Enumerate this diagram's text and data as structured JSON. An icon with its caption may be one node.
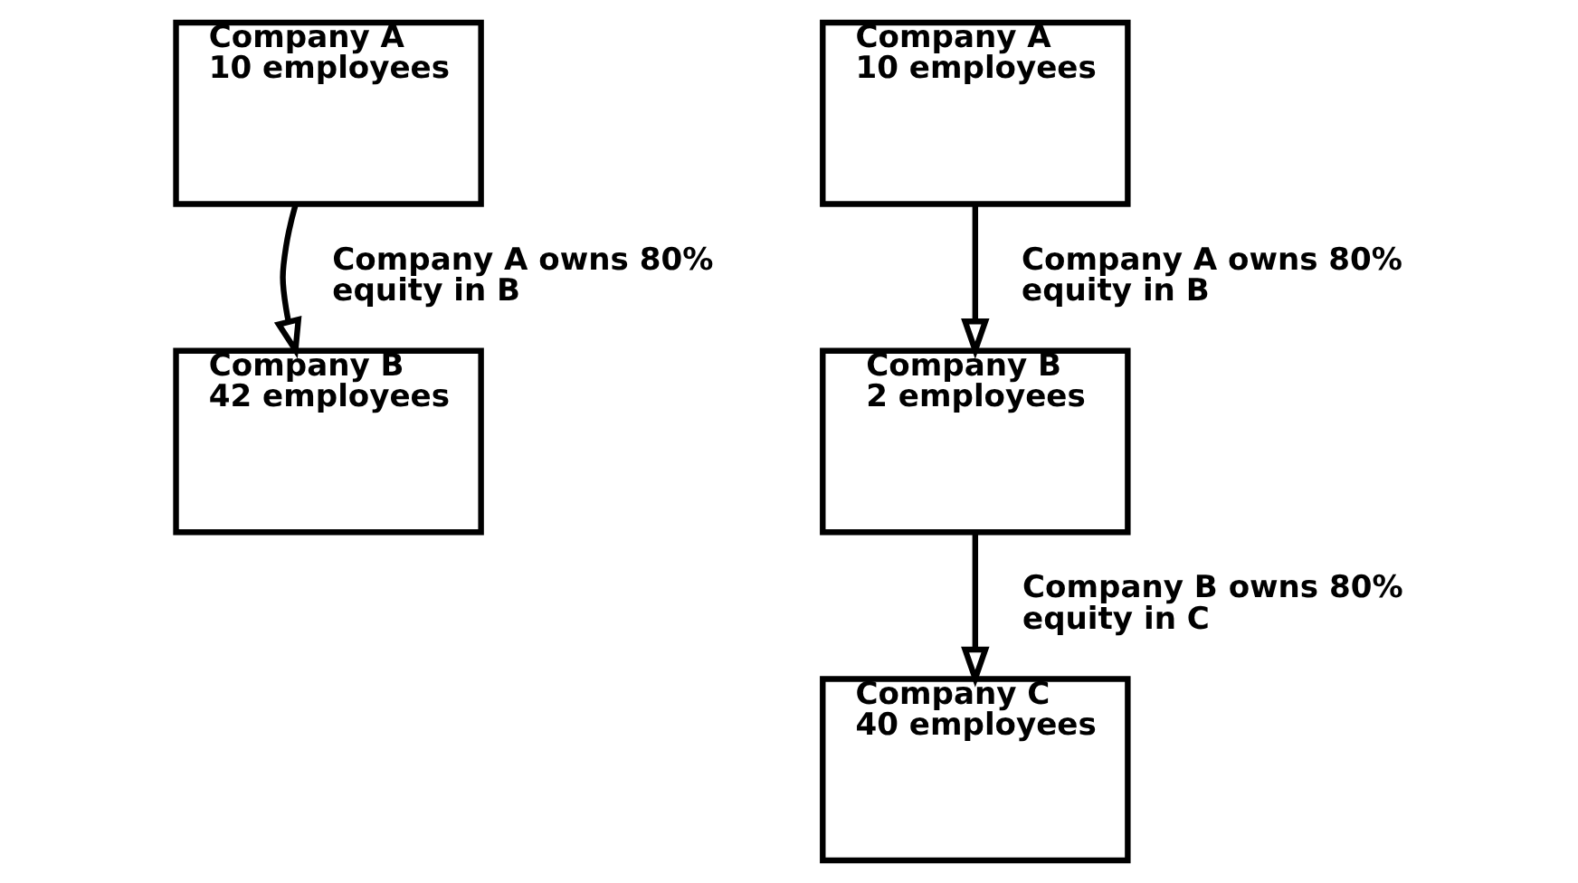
{
  "diagram": {
    "nodes": [
      {
        "text": [
          "Company A",
          "10 employees"
        ]
      },
      {
        "text": [
          "Company B",
          "42 employees"
        ]
      },
      {
        "text": [
          "Company A",
          "10 employees"
        ]
      },
      {
        "text": [
          "Company B",
          "2 employees"
        ]
      },
      {
        "text": [
          "Company C",
          "40 employees"
        ]
      }
    ],
    "edges": [
      {
        "from": 0,
        "to": 1,
        "arrow": "to",
        "label": "Company A owns 80% equity in B"
      },
      {
        "from": 2,
        "to": 3,
        "arrow": "to",
        "label": "Company A owns 80% equity in B"
      },
      {
        "from": 3,
        "to": 4,
        "arrow": "to",
        "label": "Company B owns 80% equity in C"
      }
    ]
  }
}
